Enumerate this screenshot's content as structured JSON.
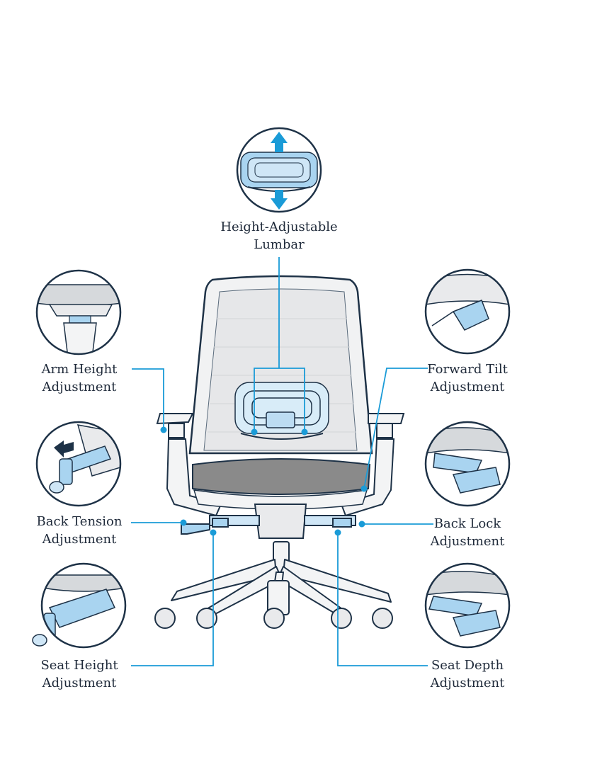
{
  "labels": {
    "lumbar": {
      "line1": "Height-Adjustable",
      "line2": "Lumbar"
    },
    "arm_height": {
      "line1": "Arm Height",
      "line2": "Adjustment"
    },
    "back_tension": {
      "line1": "Back Tension",
      "line2": "Adjustment"
    },
    "seat_height": {
      "line1": "Seat Height",
      "line2": "Adjustment"
    },
    "forward_tilt": {
      "line1": "Forward Tilt",
      "line2": "Adjustment"
    },
    "back_lock": {
      "line1": "Back Lock",
      "line2": "Adjustment"
    },
    "seat_depth": {
      "line1": "Seat Depth",
      "line2": "Adjustment"
    }
  },
  "colors": {
    "outline": "#1e3247",
    "accent": "#1a9bd7",
    "highlight_fill": "#a9d4f0",
    "seat": "#8a8a8a",
    "chair_fill": "#f3f4f5",
    "mesh": "#e6e7e9"
  }
}
